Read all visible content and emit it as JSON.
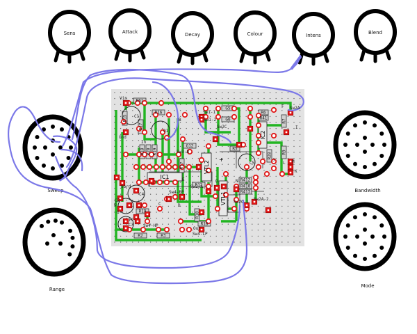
{
  "top_pots": [
    {
      "label": "Sens"
    },
    {
      "label": "Attack"
    },
    {
      "label": "Decay"
    },
    {
      "label": "Colour"
    },
    {
      "label": "Intens"
    },
    {
      "label": "Blend"
    }
  ],
  "rotary_switches": [
    {
      "label": "Sweep",
      "positions": 12
    },
    {
      "label": "Range",
      "positions": 12
    },
    {
      "label": "Bandwidth",
      "positions": 12
    },
    {
      "label": "Mode",
      "positions": 12
    }
  ],
  "board": {
    "pad_labels": [
      "Vin",
      "Gnd",
      "In",
      "B",
      "F",
      "E",
      "C",
      "D",
      "I",
      "J",
      "K",
      "L",
      "M",
      "N",
      "O",
      "Out",
      "Sbrd",
      "H",
      "G",
      "Q"
    ],
    "switch_labels": [
      "Sw1-1",
      "Sw1-2",
      "Sw2C",
      "Sw2A",
      "Sw3-B",
      "Sw4-BP",
      "Sw3-A",
      "Sw4-HP",
      "Sw4-LP",
      "Sw2C-1",
      "Sw2A-2"
    ],
    "components": [
      "R61",
      "R16",
      "R15",
      "R17",
      "R18",
      "R20",
      "R19",
      "G5",
      "G6",
      "R6",
      "R41",
      "R7",
      "R9",
      "G12",
      "E12",
      "R412",
      "R410",
      "R413",
      "R28",
      "R10",
      "R2",
      "R3"
    ],
    "ics": [
      "IC1",
      "IC2",
      "VTL1",
      "VTL2"
    ],
    "caps": [
      "C1",
      "C2",
      "C3",
      "C4",
      "C5"
    ],
    "transistors": [
      "Q1",
      "Q2"
    ]
  },
  "colors": {
    "trace": "#22b522",
    "pad": "#e01818",
    "wire": "#7b78e8",
    "board": "#e2e2e2"
  }
}
